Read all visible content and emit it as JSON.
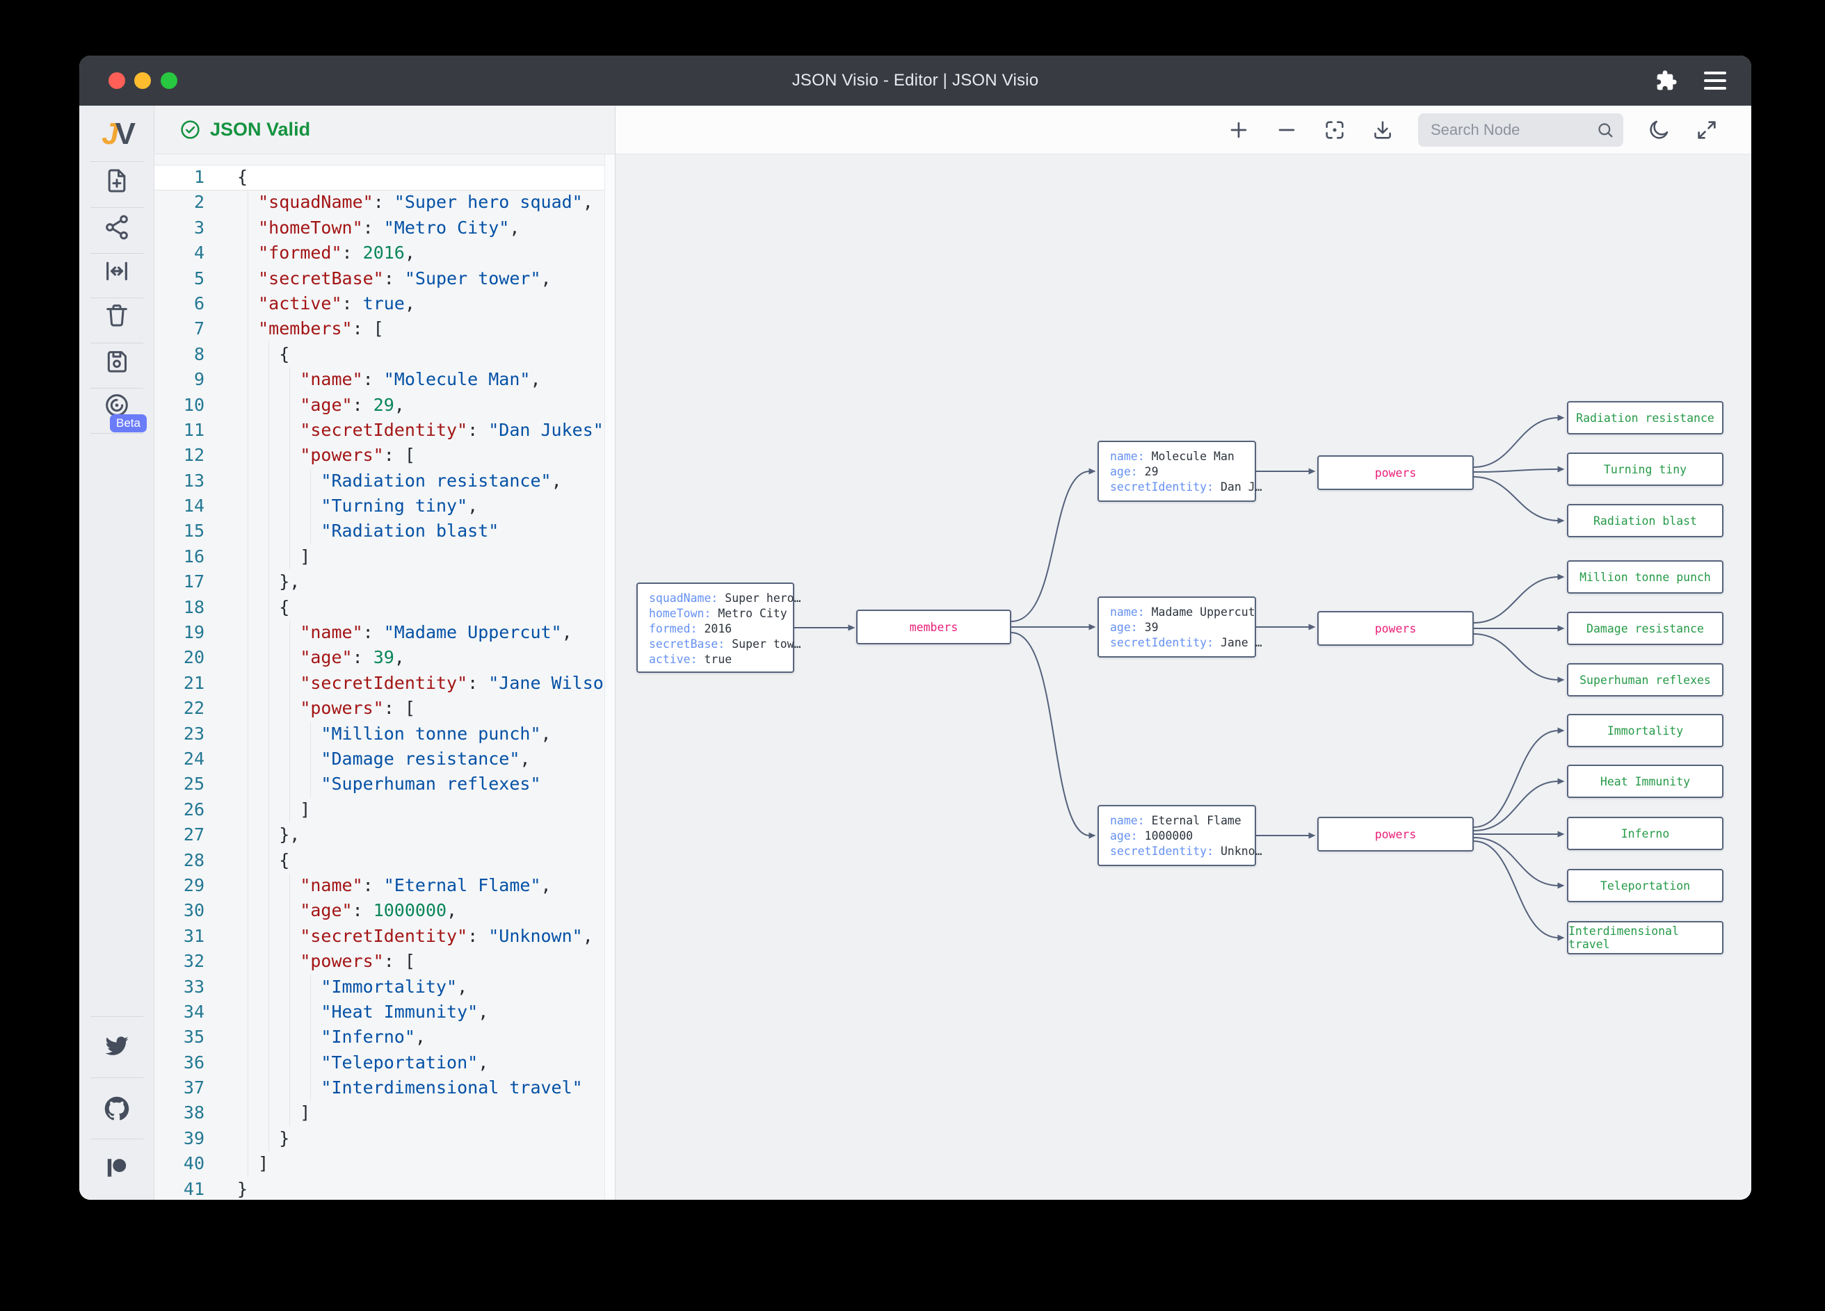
{
  "window": {
    "title": "JSON Visio - Editor | JSON Visio"
  },
  "titlebar": {
    "icons": [
      "extension-puzzle-icon",
      "menu-icon"
    ],
    "traffic_lights": [
      "close",
      "minimize",
      "zoom"
    ]
  },
  "sidebar": {
    "logo": {
      "first": "J",
      "second": "V"
    },
    "items": [
      {
        "name": "new-document"
      },
      {
        "name": "graph-view"
      },
      {
        "name": "expand-width"
      },
      {
        "name": "clear"
      },
      {
        "name": "save"
      },
      {
        "name": "api",
        "badge": "Beta"
      }
    ],
    "beta_label": "Beta",
    "footer_items": [
      {
        "name": "twitter"
      },
      {
        "name": "github"
      },
      {
        "name": "patreon"
      }
    ]
  },
  "status": {
    "label": "JSON Valid",
    "color": "#14933f"
  },
  "toolbar": {
    "buttons": [
      "zoom-in",
      "zoom-out",
      "center-focus",
      "download",
      "dark-mode",
      "fullscreen"
    ],
    "search_placeholder": "Search Node"
  },
  "editor": {
    "lines": [
      "{",
      "  \"squadName\": \"Super hero squad\",",
      "  \"homeTown\": \"Metro City\",",
      "  \"formed\": 2016,",
      "  \"secretBase\": \"Super tower\",",
      "  \"active\": true,",
      "  \"members\": [",
      "    {",
      "      \"name\": \"Molecule Man\",",
      "      \"age\": 29,",
      "      \"secretIdentity\": \"Dan Jukes\",",
      "      \"powers\": [",
      "        \"Radiation resistance\",",
      "        \"Turning tiny\",",
      "        \"Radiation blast\"",
      "      ]",
      "    },",
      "    {",
      "      \"name\": \"Madame Uppercut\",",
      "      \"age\": 39,",
      "      \"secretIdentity\": \"Jane Wilson\",",
      "      \"powers\": [",
      "        \"Million tonne punch\",",
      "        \"Damage resistance\",",
      "        \"Superhuman reflexes\"",
      "      ]",
      "    },",
      "    {",
      "      \"name\": \"Eternal Flame\",",
      "      \"age\": 1000000,",
      "      \"secretIdentity\": \"Unknown\",",
      "      \"powers\": [",
      "        \"Immortality\",",
      "        \"Heat Immunity\",",
      "        \"Inferno\",",
      "        \"Teleportation\",",
      "        \"Interdimensional travel\"",
      "      ]",
      "    }",
      "  ]",
      "}"
    ]
  },
  "graph": {
    "root": {
      "rows": [
        {
          "k": "squadName:",
          "v": "Super hero…"
        },
        {
          "k": "homeTown:",
          "v": "Metro City"
        },
        {
          "k": "formed:",
          "v": "2016"
        },
        {
          "k": "secretBase:",
          "v": "Super tow…"
        },
        {
          "k": "active:",
          "v": "true"
        }
      ]
    },
    "members_label": "members",
    "powers_label": "powers",
    "members": [
      {
        "rows": [
          {
            "k": "name:",
            "v": "Molecule Man"
          },
          {
            "k": "age:",
            "v": "29"
          },
          {
            "k": "secretIdentity:",
            "v": "Dan J…"
          }
        ],
        "powers": [
          "Radiation resistance",
          "Turning tiny",
          "Radiation blast"
        ]
      },
      {
        "rows": [
          {
            "k": "name:",
            "v": "Madame Uppercut"
          },
          {
            "k": "age:",
            "v": "39"
          },
          {
            "k": "secretIdentity:",
            "v": "Jane …"
          }
        ],
        "powers": [
          "Million tonne punch",
          "Damage resistance",
          "Superhuman reflexes"
        ]
      },
      {
        "rows": [
          {
            "k": "name:",
            "v": "Eternal Flame"
          },
          {
            "k": "age:",
            "v": "1000000"
          },
          {
            "k": "secretIdentity:",
            "v": "Unkno…"
          }
        ],
        "powers": [
          "Immortality",
          "Heat Immunity",
          "Inferno",
          "Teleportation",
          "Interdimensional travel"
        ]
      }
    ]
  },
  "colors": {
    "status_green": "#14933f",
    "node_key_blue": "#6590f2",
    "node_label_pink": "#e91e78",
    "leaf_green": "#259a47",
    "edge": "#55617b",
    "editor_key": "#a31515",
    "editor_string": "#0451a5",
    "editor_number": "#098658",
    "beta_badge": "#6b7cfa"
  }
}
